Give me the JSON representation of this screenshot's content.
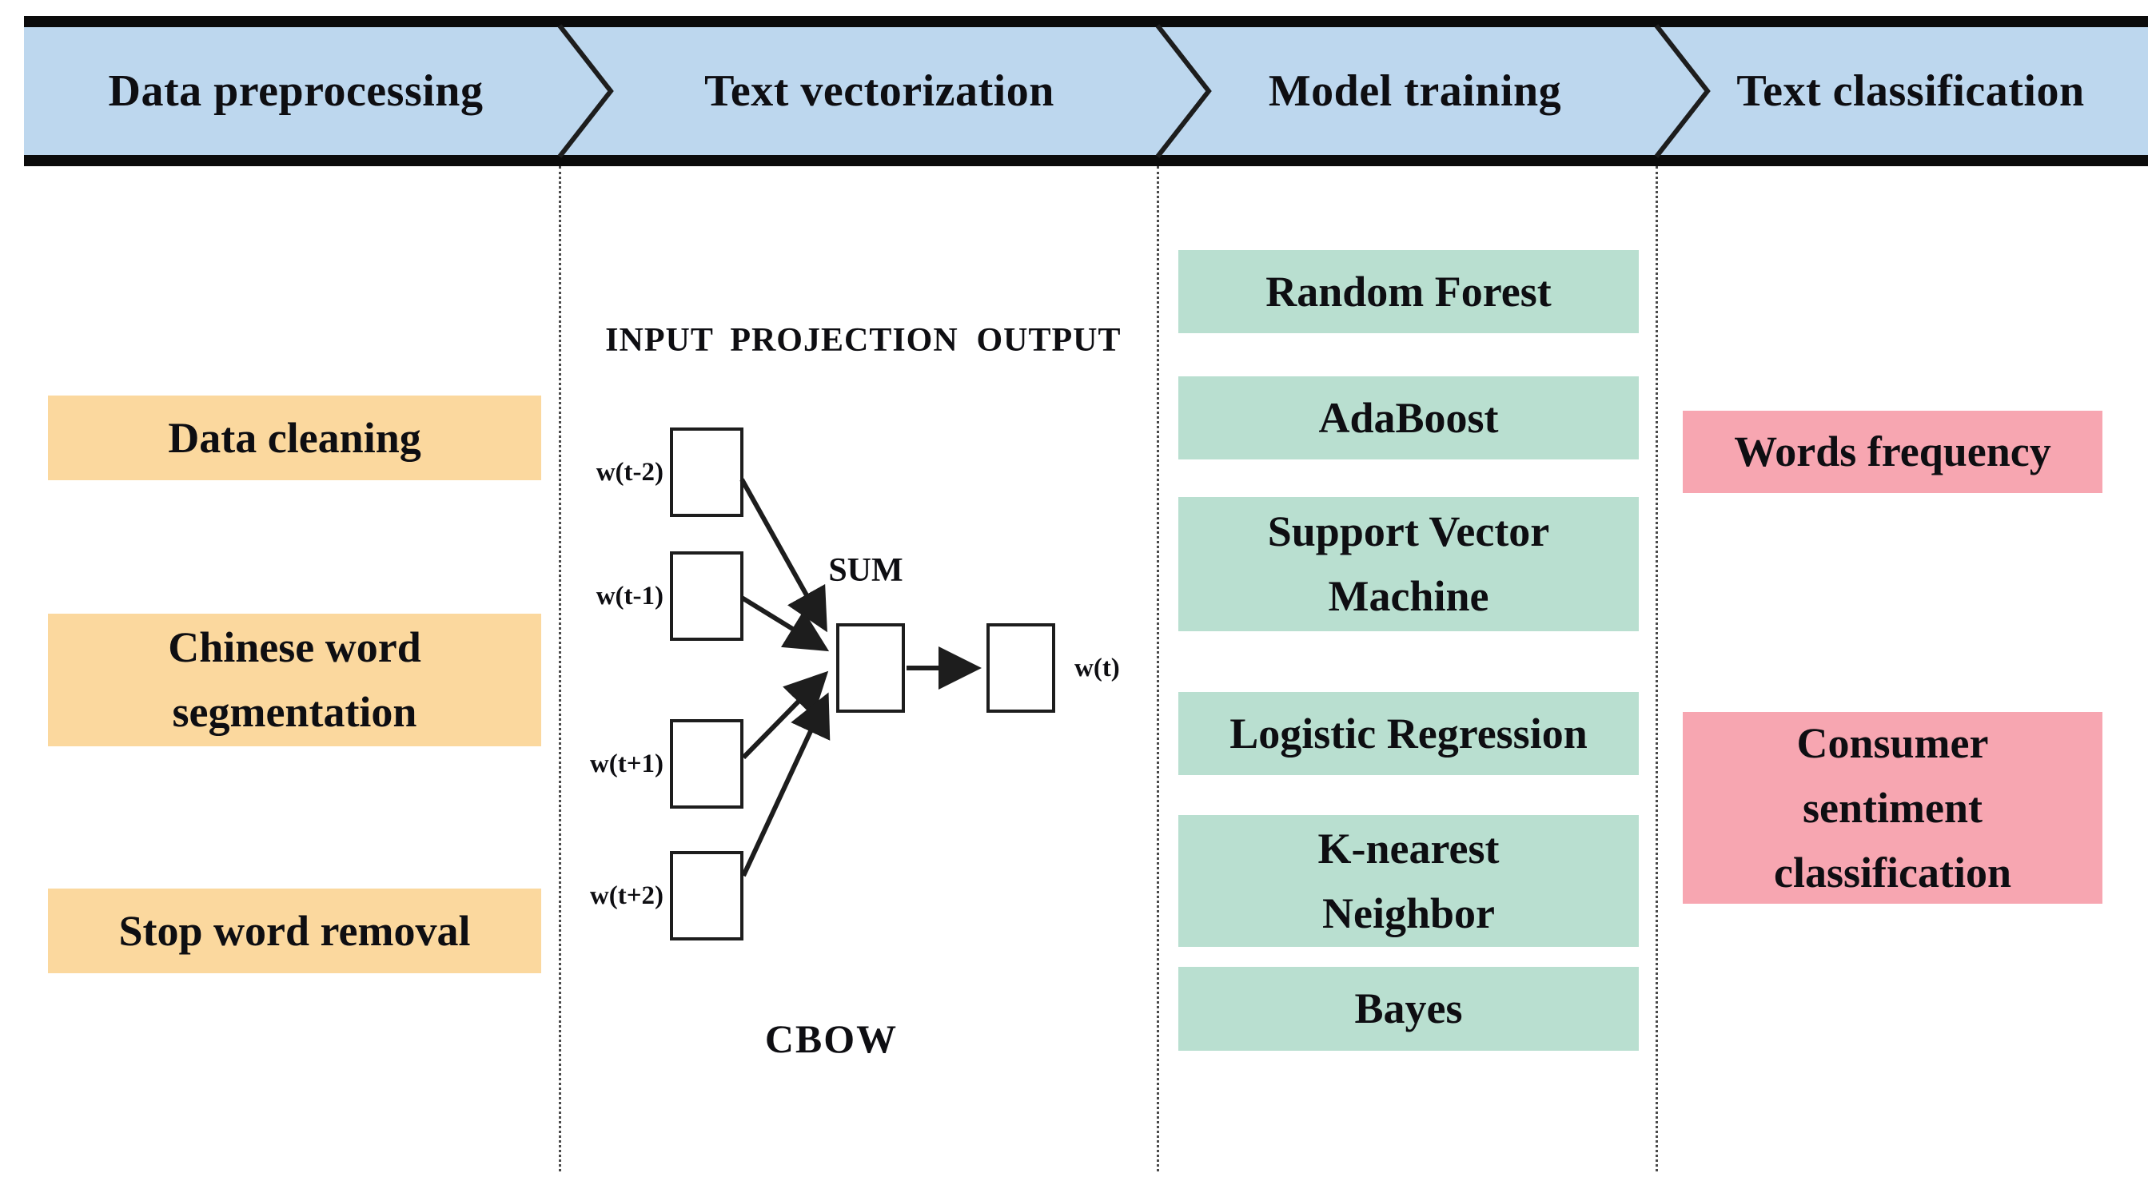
{
  "header": {
    "stages": [
      {
        "label": "Data preprocessing"
      },
      {
        "label": "Text vectorization"
      },
      {
        "label": "Model training"
      },
      {
        "label": "Text classification"
      }
    ]
  },
  "preprocessing": {
    "items": [
      "Data cleaning",
      "Chinese word\nsegmentation",
      "Stop word removal"
    ]
  },
  "vectorization": {
    "column_labels": [
      "INPUT",
      "PROJECTION",
      "OUTPUT"
    ],
    "input_labels": [
      "w(t-2)",
      "w(t-1)",
      "w(t+1)",
      "w(t+2)"
    ],
    "sum_label": "SUM",
    "output_word_label": "w(t)",
    "caption": "CBOW"
  },
  "model_training": {
    "items": [
      "Random Forest",
      "AdaBoost",
      "Support Vector\nMachine",
      "Logistic Regression",
      "K-nearest\nNeighbor",
      "Bayes"
    ]
  },
  "classification": {
    "items": [
      "Words frequency",
      "Consumer\nsentiment\nclassification"
    ]
  },
  "colors": {
    "header_blue": "#bdd7ee",
    "bar_black": "#0b0b0b",
    "orange": "#fbd89e",
    "green": "#b9dfd0",
    "pink": "#f7a6b1",
    "line": "#1d1d1d"
  }
}
